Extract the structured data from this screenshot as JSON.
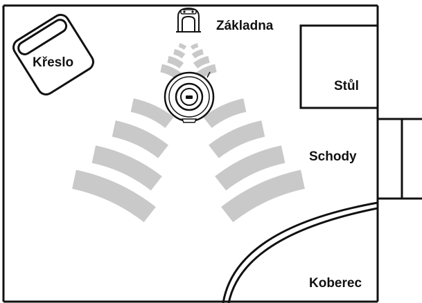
{
  "labels": {
    "base": "Základna",
    "chair": "Křeslo",
    "table": "Stůl",
    "stairs": "Schody",
    "carpet": "Koberec"
  },
  "colors": {
    "line": "#111111",
    "signal": "#c9c9c9",
    "robot_body": "#ffffff",
    "robot_rim": "#222222"
  },
  "icons": {
    "robot": "robot-vacuum-icon",
    "base": "charging-dock-icon"
  }
}
